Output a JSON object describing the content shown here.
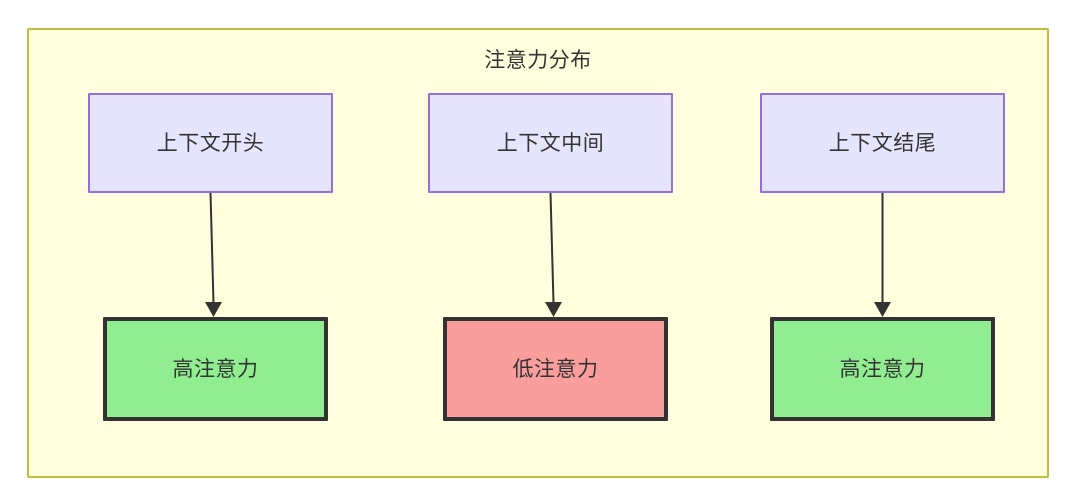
{
  "diagram": {
    "type": "flowchart",
    "direction": "top-to-bottom",
    "container": {
      "title": "注意力分布",
      "fill_color": "#ffffde",
      "border_color": "#bfbf3f"
    },
    "nodes": [
      {
        "id": "ctx-start",
        "label": "上下文开头",
        "row": "top",
        "column": 1,
        "fill_color": "#e7e5fd",
        "border_color": "#9370db"
      },
      {
        "id": "ctx-mid",
        "label": "上下文中间",
        "row": "top",
        "column": 2,
        "fill_color": "#e7e5fd",
        "border_color": "#9370db"
      },
      {
        "id": "ctx-end",
        "label": "上下文结尾",
        "row": "top",
        "column": 3,
        "fill_color": "#e7e5fd",
        "border_color": "#9370db"
      },
      {
        "id": "high-attention-start",
        "label": "高注意力",
        "row": "bottom",
        "column": 1,
        "fill_color": "#90ee90",
        "border_color": "#333333"
      },
      {
        "id": "low-attention-mid",
        "label": "低注意力",
        "row": "bottom",
        "column": 2,
        "fill_color": "#fa9d9d",
        "border_color": "#333333"
      },
      {
        "id": "high-attention-end",
        "label": "高注意力",
        "row": "bottom",
        "column": 3,
        "fill_color": "#90ee90",
        "border_color": "#333333"
      }
    ],
    "edges": [
      {
        "from": "ctx-start",
        "to": "high-attention-start",
        "label": "",
        "style": "solid-arrow"
      },
      {
        "from": "ctx-mid",
        "to": "low-attention-mid",
        "label": "",
        "style": "solid-arrow"
      },
      {
        "from": "ctx-end",
        "to": "high-attention-end",
        "label": "",
        "style": "solid-arrow"
      }
    ]
  }
}
